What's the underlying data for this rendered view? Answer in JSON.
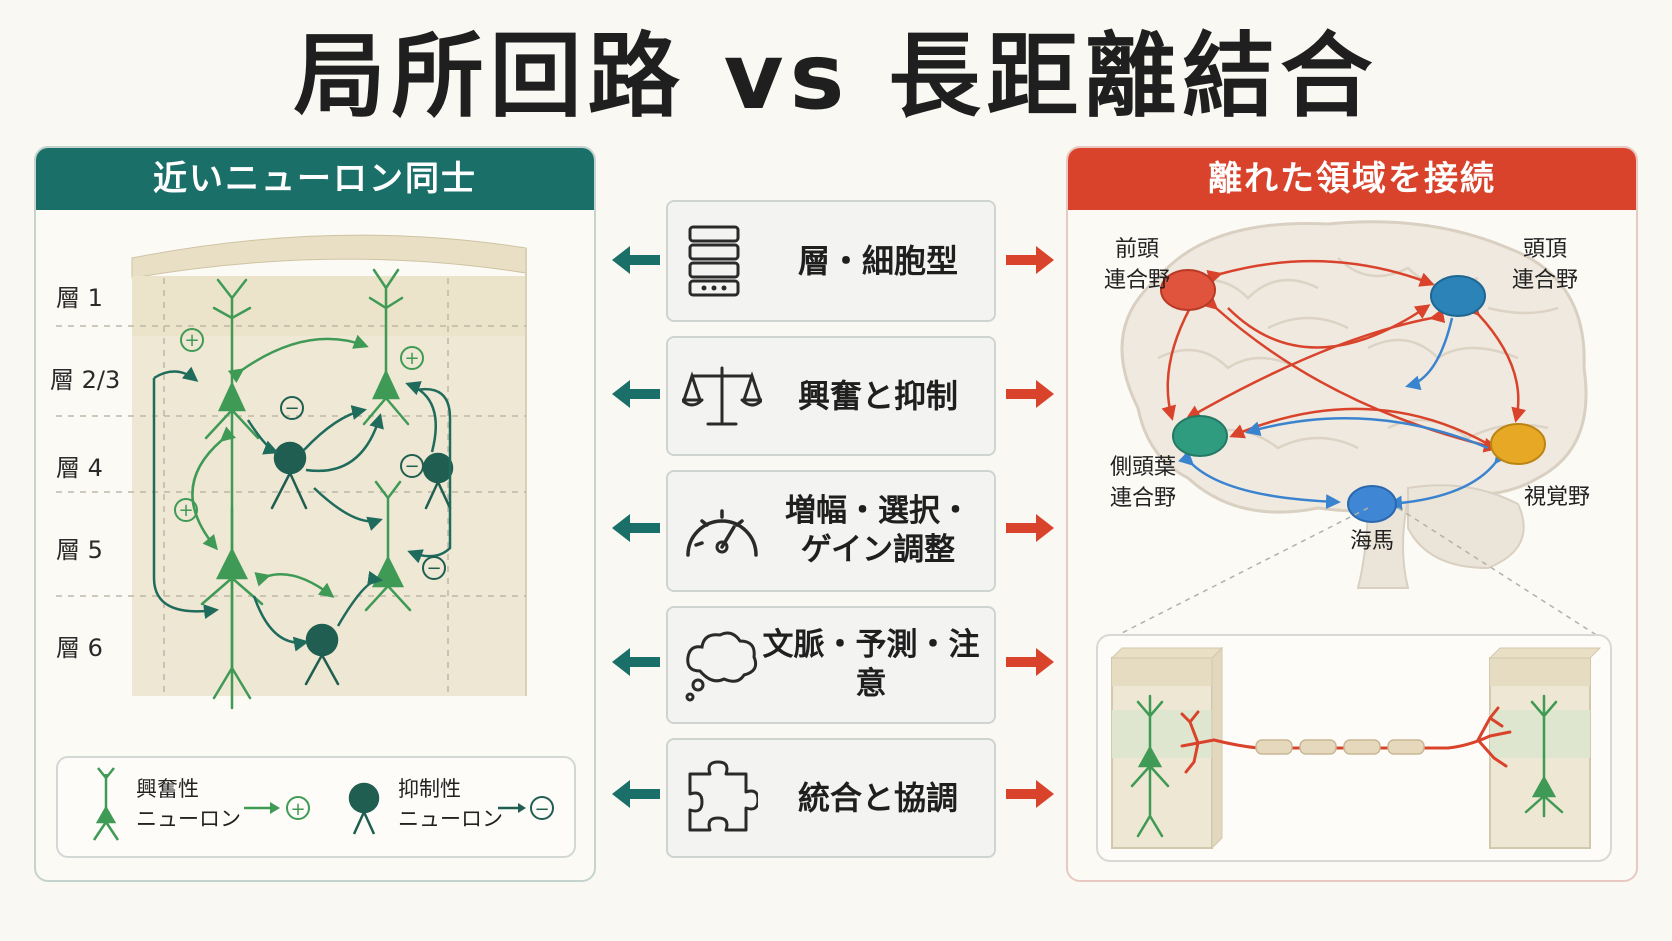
{
  "title": "局所回路 vs 長距離結合",
  "left_panel": {
    "header": "近いニューロン同士",
    "layers": [
      "層 1",
      "層 2/3",
      "層 4",
      "層 5",
      "層 6"
    ],
    "legend": {
      "excitatory": "興奮性\nニューロン",
      "inhibitory": "抑制性\nニューロン",
      "plus": "+",
      "minus": "−"
    },
    "signs": [
      "+",
      "+",
      "+",
      "−",
      "−",
      "−"
    ]
  },
  "center_items": [
    {
      "label": "層・細胞型",
      "icon": "layers-stack-icon"
    },
    {
      "label": "興奮と抑制",
      "icon": "balance-scale-icon"
    },
    {
      "label": "増幅・選択・\nゲイン調整",
      "icon": "gauge-icon"
    },
    {
      "label": "文脈・予測・注意",
      "icon": "thought-cloud-icon"
    },
    {
      "label": "統合と協調",
      "icon": "puzzle-piece-icon"
    }
  ],
  "right_panel": {
    "header": "離れた領域を接続",
    "regions": [
      {
        "label": "前頭\n連合野",
        "color": "#e0533d"
      },
      {
        "label": "頭頂\n連合野",
        "color": "#2b83b8"
      },
      {
        "label": "側頭葉\n連合野",
        "color": "#2f9c80"
      },
      {
        "label": "視覚野",
        "color": "#e7a825"
      },
      {
        "label": "海馬",
        "color": "#3f86d4"
      }
    ]
  },
  "colors": {
    "teal": "#1b6f69",
    "red": "#d9432c",
    "excitatory_green": "#3f9a55",
    "inhibitory_dark": "#1f5e50",
    "blue": "#3a83cf"
  }
}
